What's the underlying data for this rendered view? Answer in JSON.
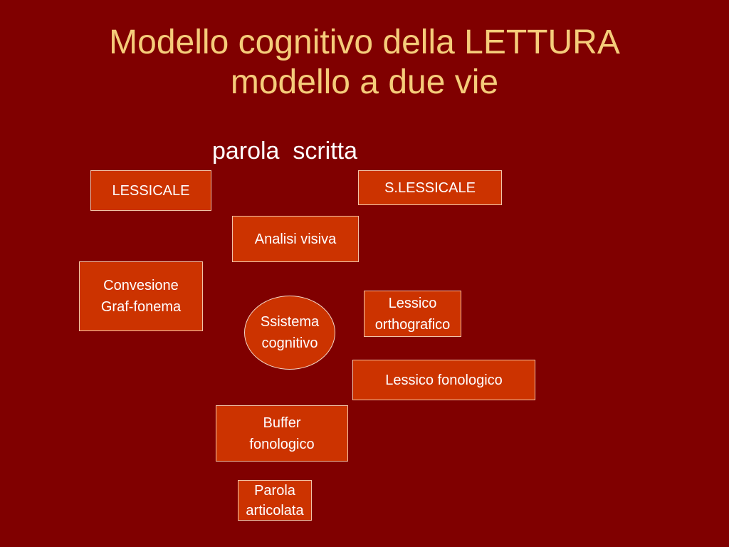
{
  "slide": {
    "title_line1": "Modello cognitivo della LETTURA",
    "title_line2": "modello a due vie",
    "subtitle": "parola  scritta"
  },
  "boxes": {
    "lessicale": "LESSICALE",
    "s_lessicale": "S.LESSICALE",
    "analisi_visiva": "Analisi visiva",
    "conversione": "Convesione\nGraf-fonema",
    "lessico_ortografico": "Lessico\northografico",
    "sistema_cognitivo": "Ssistema\ncognitivo",
    "lessico_fonologico": "Lessico fonologico",
    "buffer_fonologico": "Buffer\nfonologico",
    "parola_articolata": "Parola\narticolata"
  },
  "colors": {
    "background": "#800000",
    "title": "#F5CC7A",
    "box_fill": "#CC3300",
    "box_border": "#F2C4A6",
    "text": "#FFFFFF"
  }
}
